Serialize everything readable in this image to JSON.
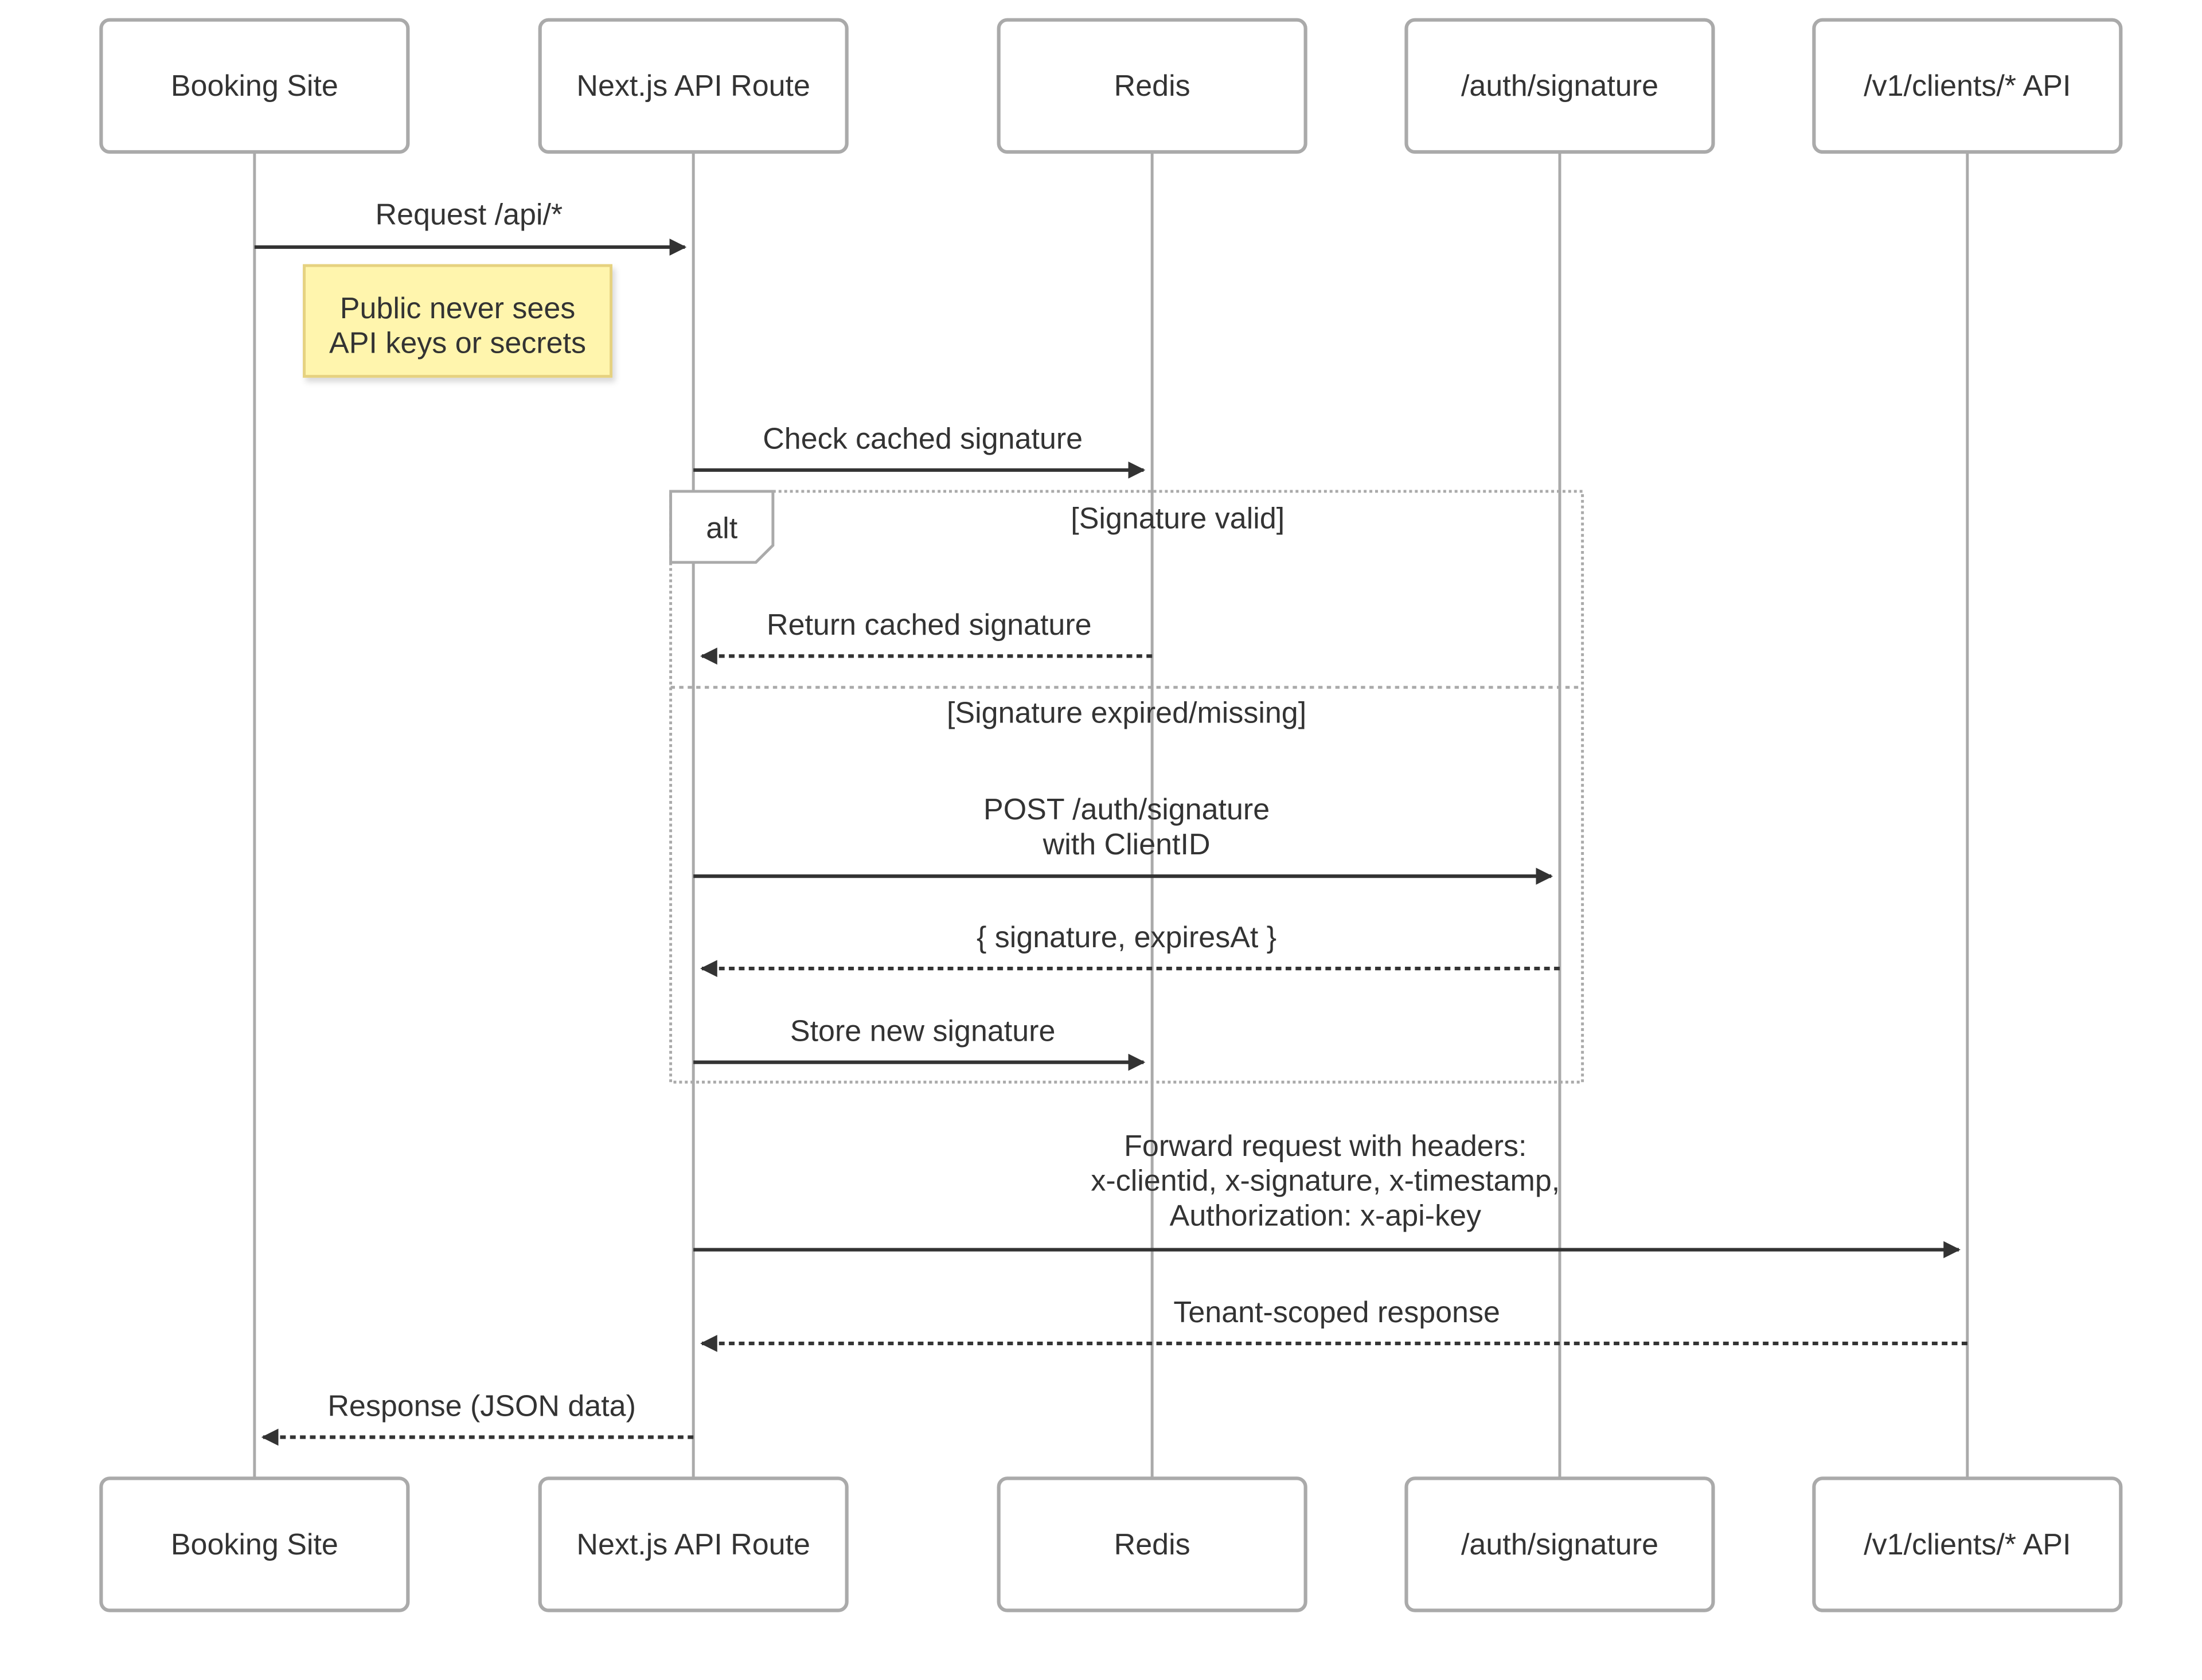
{
  "diagram": {
    "type": "sequence",
    "participants": [
      {
        "id": "booking",
        "label": "Booking Site"
      },
      {
        "id": "nextapi",
        "label": "Next.js API Route"
      },
      {
        "id": "redis",
        "label": "Redis"
      },
      {
        "id": "auth",
        "label": "/auth/signature"
      },
      {
        "id": "clients",
        "label": "/v1/clients/* API"
      }
    ],
    "messages": [
      {
        "from": "booking",
        "to": "nextapi",
        "style": "solid",
        "lines": [
          "Request /api/*"
        ]
      },
      {
        "from": "nextapi",
        "to": "redis",
        "style": "solid",
        "lines": [
          "Check cached signature"
        ]
      },
      {
        "from": "redis",
        "to": "nextapi",
        "style": "dashed",
        "lines": [
          "Return cached signature"
        ]
      },
      {
        "from": "nextapi",
        "to": "auth",
        "style": "solid",
        "lines": [
          "POST /auth/signature",
          "with ClientID"
        ]
      },
      {
        "from": "auth",
        "to": "nextapi",
        "style": "dashed",
        "lines": [
          "{ signature, expiresAt }"
        ]
      },
      {
        "from": "nextapi",
        "to": "redis",
        "style": "solid",
        "lines": [
          "Store new signature"
        ]
      },
      {
        "from": "nextapi",
        "to": "clients",
        "style": "solid",
        "lines": [
          "Forward request with headers:",
          "x-clientid, x-signature, x-timestamp,",
          "Authorization: x-api-key"
        ]
      },
      {
        "from": "clients",
        "to": "nextapi",
        "style": "dashed",
        "lines": [
          "Tenant-scoped response"
        ]
      },
      {
        "from": "nextapi",
        "to": "booking",
        "style": "dashed",
        "lines": [
          "Response (JSON data)"
        ]
      }
    ],
    "note": {
      "lines": [
        "Public never sees",
        "API keys or secrets"
      ]
    },
    "alt_block": {
      "label": "alt",
      "sections": [
        {
          "condition": "[Signature valid]"
        },
        {
          "condition": "[Signature expired/missing]"
        }
      ]
    },
    "colors": {
      "box_border": "#aaaaaa",
      "lifeline": "#aaaaaa",
      "arrow": "#333333",
      "text": "#333333",
      "note_fill": "#fff5ad",
      "note_border": "#e6d280",
      "alt_border": "#aaaaaa"
    }
  }
}
